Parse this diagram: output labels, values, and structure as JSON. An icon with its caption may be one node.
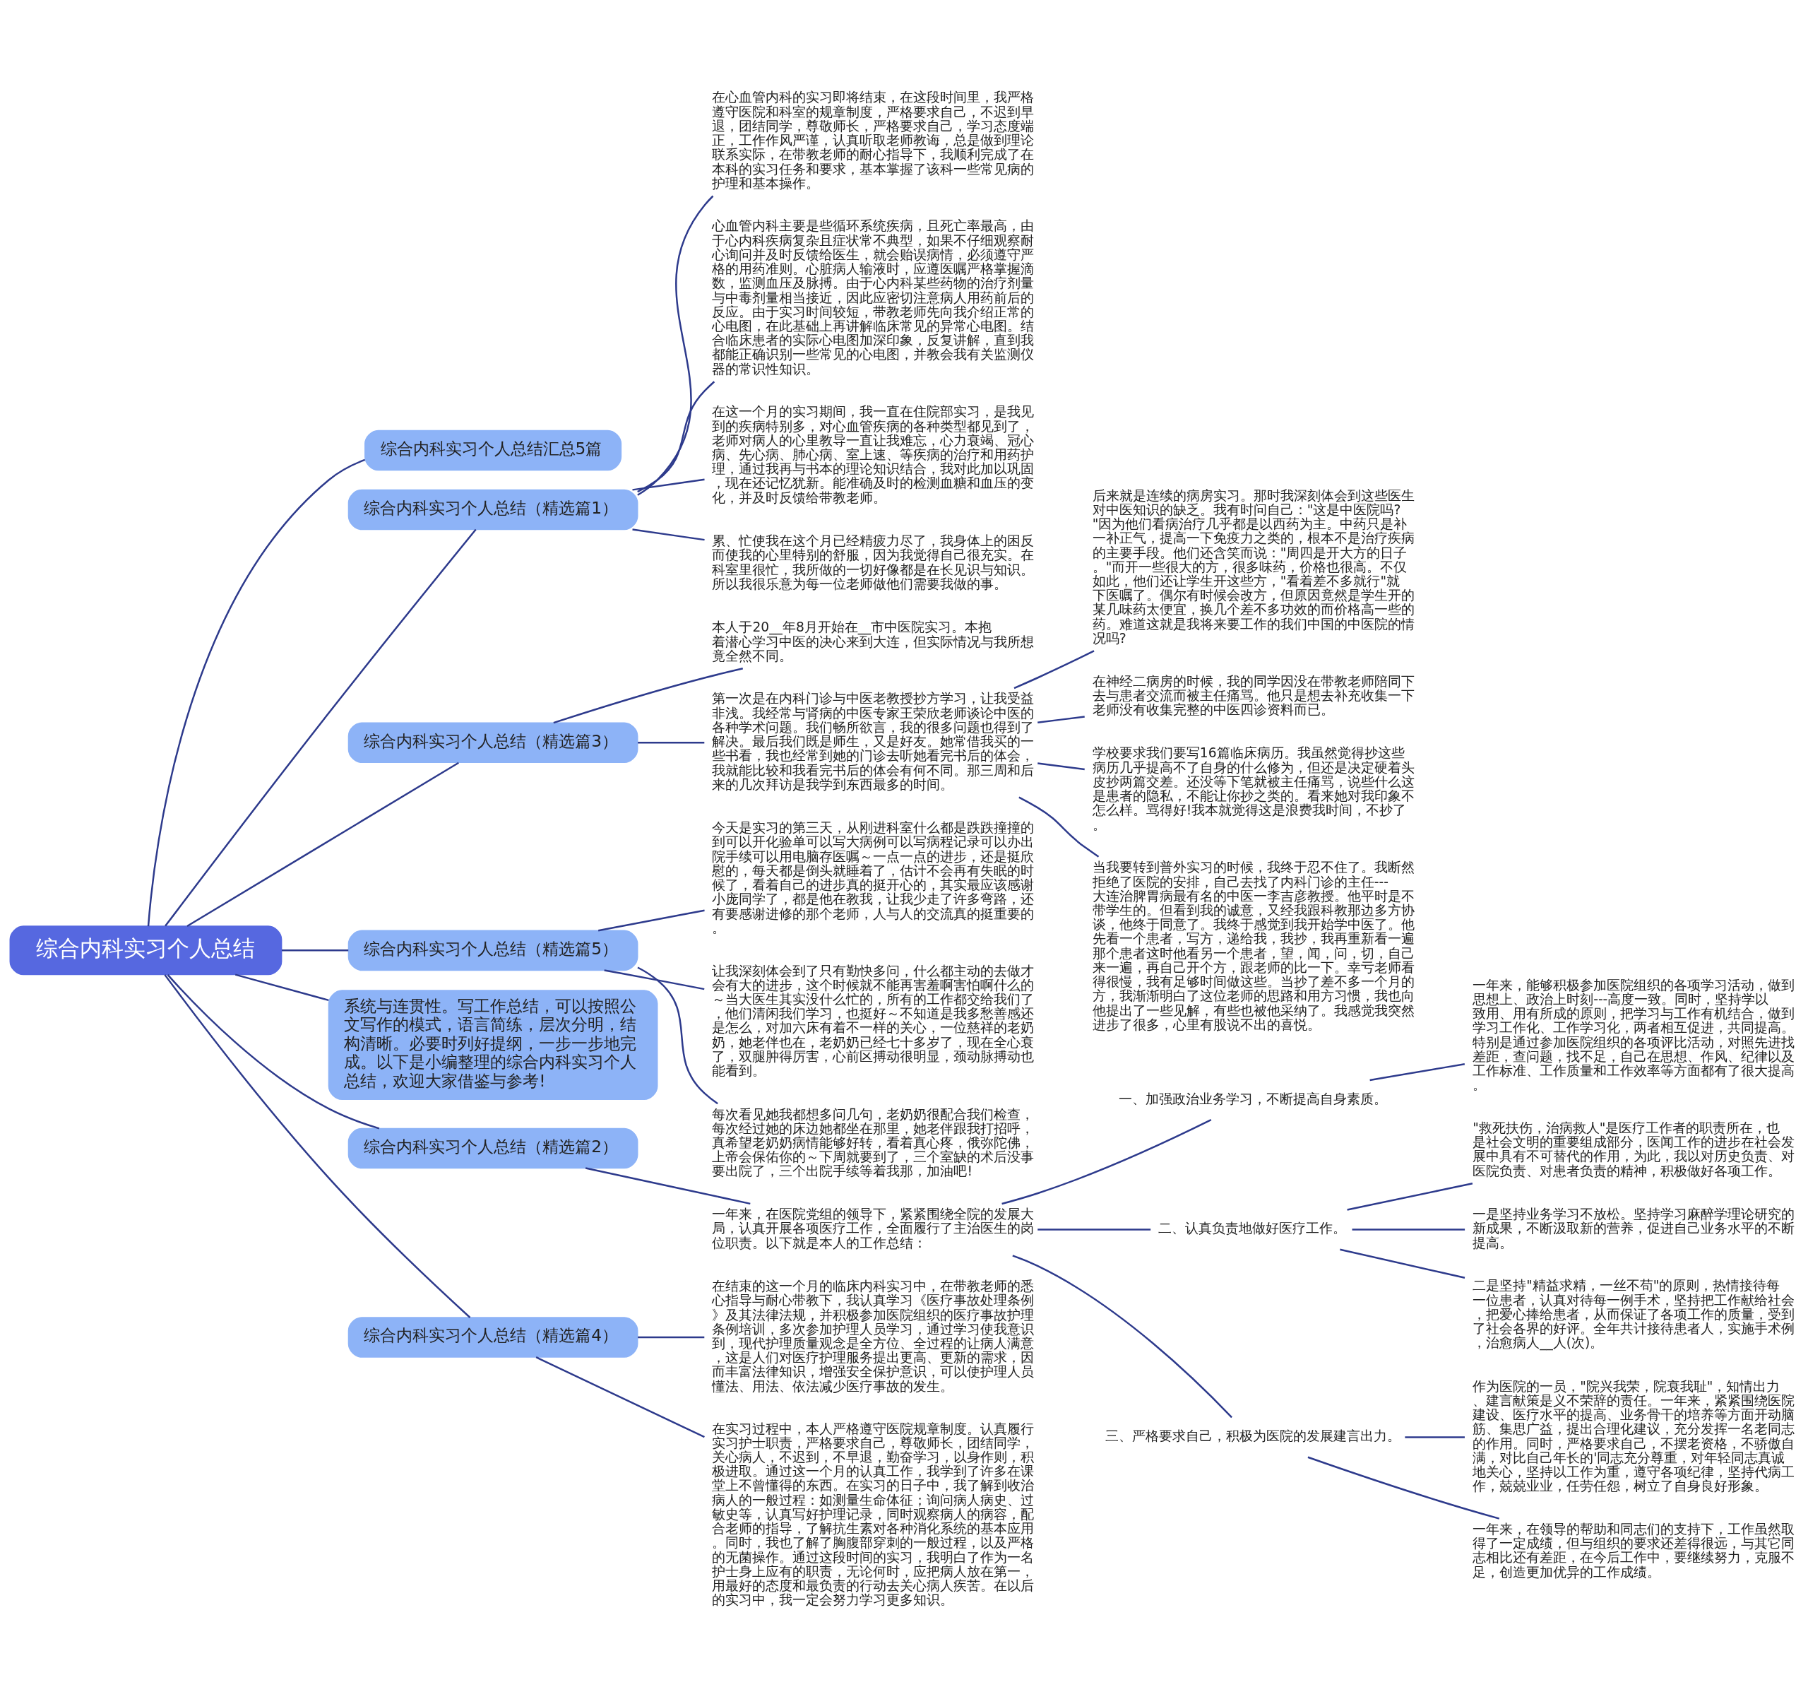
{
  "diagram": {
    "nodes": [
      {
        "text": [
          "综合内科实习个人总结"
        ]
      },
      {
        "text": [
          "综合内科实习个人总结汇总5篇"
        ]
      },
      {
        "text": [
          "综合内科实习个人总结（精选篇1）"
        ]
      },
      {
        "text": [
          "在心血管内科的实习即将结束，在这段时间里，我严格遵守医院和科室的规章制度，严格要求自己，不迟到早退，团结同学，尊敬师长，严格要求自己，学习态度端正，工作作风严谨，认真听取老师教诲，总是做到理论联系实际，在带教老师的耐心指导下，我顺利完成了在本科的实习任务和要求，基本掌握了该科一些常见病的护理和基本操作。"
        ]
      },
      {
        "text": [
          "心血管内科主要是些循环系统疾病，且死亡率最高，由于心内科疾病复杂且症状常不典型，如果不仔细观察耐心询问并及时反馈给医生，就会贻误病情，必须遵守严格的用药准则。心脏病人输液时，应遵医嘱严格掌握滴数，监测血压及脉搏。由于心内科某些药物的治疗剂量与中毒剂量相当接近，因此应密切注意病人用药前后的反应。由于实习时间较短，带教老师先向我介绍正常的心电图，在此基础上再讲解临床常见的异常心电图。结合临床患者的实际心电图加深印象，反复讲解，直到我都能正确识别一些常见的心电图，并教会我有关监测仪器的常识性知识。"
        ]
      },
      {
        "text": [
          "在这一个月的实习期间，我一直在住院部实习，是我见到的疾病特别多，对心血管疾病的各种类型都见到了，老师对病人的心里教导一直让我难忘，心力衰竭、冠心病、先心病、肺心病、室上速、等疾病的治疗和用药护理，通过我再与书本的理论知识结合，我对此加以巩固，现在还记忆犹新。能准确及时的检测血糖和血压的变化，并及时反馈给带教老师。"
        ]
      },
      {
        "text": [
          "累、忙使我在这个月已经精疲力尽了，我身体上的困反而使我的心里特别的舒服，因为我觉得自己很充实。在科室里很忙，我所做的一切好像都是在长见识与知识。所以我很乐意为每一位老师做他们需要我做的事。"
        ]
      },
      {
        "text": [
          "综合内科实习个人总结（精选篇3）"
        ]
      },
      {
        "text": [
          "本人于20__年8月开始在__市中医院实习。本抱着潜心学习中医的决心来到大连，但实际情况与我所想竟全然不同。"
        ]
      },
      {
        "text": [
          "第一次是在内科门诊与中医老教授抄方学习，让我受益非浅。我经常与肾病的中医专家王荣欣老师谈论中医的各种学术问题。我们畅所欲言，我的很多问题也得到了解决。最后我们既是师生，又是好友。她常借我买的一些书看，我也经常到她的门诊去听她看完书后的体会，我就能比较和我看完书后的体会有何不同。那三周和后来的几次拜访是我学到东西最多的时间。"
        ]
      },
      {
        "text": [
          "后来就是连续的病房实习。那时我深刻体会到这些医生对中医知识的缺乏。我有时问自己：\"这是中医院吗?\"因为他们看病治疗几乎都是以西药为主。中药只是补一补正气，提高一下免疫力之类的，根本不是治疗疾病的主要手段。他们还含笑而说：\"周四是开大方的日子。\"而开一些很大的方，很多味药，价格也很高。不仅如此，他们还让学生开这些方，\"看着差不多就行\"就下医嘱了。偶尔有时候会改方，但原因竟然是学生开的某几味药太便宜，换几个差不多功效的而价格高一些的药。难道这就是我将来要工作的我们中国的中医院的情况吗?"
        ]
      },
      {
        "text": [
          "在神经二病房的时候，我的同学因没在带教老师陪同下去与患者交流而被主任痛骂。他只是想去补充收集一下老师没有收集完整的中医四诊资料而已。"
        ]
      },
      {
        "text": [
          "学校要求我们要写16篇临床病历。我虽然觉得抄这些病历几乎提高不了自身的什么修为，但还是决定硬着头皮抄两篇交差。还没等下笔就被主任痛骂，说些什么这是患者的隐私，不能让你抄之类的。看来她对我印象不怎么样。骂得好!我本就觉得这是浪费我时间，不抄了。"
        ]
      },
      {
        "text": [
          "当我要转到普外实习的时候，我终于忍不住了。我断然拒绝了医院的安排，自己去找了内科门诊的主任---大连治脾胃病最有名的中医一李吉彦教授。他平时是不带学生的。但看到我的诚意，又经我跟科教那边多方协谈，他终于同意了。我终于感觉到我开始学中医了。他先看一个患者，写方，递给我，我抄，我再重新看一遍那个患者这时他看另一个患者，望，闻，问，切，自己来一遍，再自己开个方，跟老师的比一下。幸亏老师看得很慢，我有足够时间做这些。当抄了差不多一个月的方，我渐渐明白了这位老师的思路和用方习惯，我也向他提出了一些见解，有些也被他采纳了。我感觉我突然进步了很多，心里有股说不出的喜悦。"
        ]
      },
      {
        "text": [
          "综合内科实习个人总结（精选篇5）"
        ]
      },
      {
        "text": [
          "今天是实习的第三天，从刚进科室什么都是跌跌撞撞的到可以开化验单可以写大病例可以写病程记录可以办出院手续可以用电脑存医嘱～一点一点的进步，还是挺欣慰的，每天都是倒头就睡着了，估计不会再有失眠的时候了，看着自己的进步真的挺开心的，其实最应该感谢小庞同学了，都是他在教我，让我少走了许多弯路，还有要感谢进修的那个老师，人与人的交流真的挺重要的。"
        ]
      },
      {
        "text": [
          "让我深刻体会到了只有勤快多问，什么都主动的去做才会有大的进步，这个时候就不能再害羞啊害怕啊什么的～当大医生其实没什么忙的，所有的工作都交给我们了，他们清闲我们学习，也挺好～不知道是我多愁善感还是怎么，对加六床有着不一样的关心，一位慈祥的老奶奶，她老伴也在，老奶奶已经七十多岁了，现在全心衰了，双腿肿得厉害，心前区搏动很明显，颈动脉搏动也能看到。"
        ]
      },
      {
        "text": [
          "每次看见她我都想多问几句，老奶奶很配合我们检查，每次经过她的床边她都坐在那里，她老伴跟我打招呼，真希望老奶奶病情能够好转，看着真心疼，俄弥陀佛，上帝会保佑你的～下周就要到了，三个室缺的术后没事要出院了，三个出院手续等着我那，加油吧!"
        ]
      },
      {
        "text": [
          "系统与连贯性。写工作总结，可以按照公文写作的模式，语言简练，层次分明，结构清晰。必要时列好提纲，一步一步地完成。以下是小编整理的综合内科实习个人总结，欢迎大家借鉴与参考!"
        ]
      },
      {
        "text": [
          "综合内科实习个人总结（精选篇2）"
        ]
      },
      {
        "text": [
          "一年来，在医院党组的领导下，紧紧围绕全院的发展大局，认真开展各项医疗工作，全面履行了主治医生的岗位职责。以下就是本人的工作总结："
        ]
      },
      {
        "text": [
          "一、加强政治业务学习，不断提高自身素质。"
        ]
      },
      {
        "text": [
          "一年来，能够积极参加医院组织的各项学习活动，做到思想上、政治上时刻---高度一致。同时，坚持学以致用、用有所成的原则，把学习与工作有机结合，做到学习工作化、工作学习化，两者相互促进，共同提高。特别是通过参加医院组织的各项评比活动，对照先进找差距，查问题，找不足，自己在思想、作风、纪律以及工作标准、工作质量和工作效率等方面都有了很大提高。"
        ]
      },
      {
        "text": [
          "二、认真负责地做好医疗工作。"
        ]
      },
      {
        "text": [
          "\"救死扶伤，治病救人\"是医疗工作者的职责所在，也是社会文明的重要组成部分，医闻工作的进步在社会发展中具有不可替代的作用，为此，我以对历史负责、对医院负责、对患者负责的精神，积极做好各项工作。"
        ]
      },
      {
        "text": [
          "一是坚持业务学习不放松。坚持学习麻醉学理论研究的新成果，不断汲取新的营养，促进自己业务水平的不断提高。"
        ]
      },
      {
        "text": [
          "二是坚持\"精益求精，一丝不苟\"的原则，热情接待每一位患者，认真对待每一例手术，坚持把工作献给社会，把爱心捧给患者，从而保证了各项工作的质量，受到了社会各界的好评。全年共计接待患者人，实施手术例，治愈病人__人(次)。"
        ]
      },
      {
        "text": [
          "三、严格要求自己，积极为医院的发展建言出力。"
        ]
      },
      {
        "text": [
          "作为医院的一员，\"院兴我荣，院衰我耻\"，知情出力、建言献策是义不荣辞的责任。一年来，紧紧围绕医院建设、医疗水平的提高、业务骨干的培养等方面开动脑筋、集思广益，提出合理化建议，充分发挥一名老同志的作用。同时，严格要求自己，不摆老资格，不骄傲自满，对比自己年长的'同志充分尊重，对年轻同志真诚地关心，坚持以工作为重，遵守各项纪律，坚持代病工作，兢兢业业，任劳任怨，树立了自身良好形象。"
        ]
      },
      {
        "text": [
          "一年来，在领导的帮助和同志们的支持下，工作虽然取得了一定成绩，但与组织的要求还差得很远，与其它同志相比还有差距，在今后工作中，要继续努力，克服不足，创造更加优异的工作成绩。"
        ]
      },
      {
        "text": [
          "综合内科实习个人总结（精选篇4）"
        ]
      },
      {
        "text": [
          "在结束的这一个月的临床内科实习中，在带教老师的悉心指导与耐心带教下，我认真学习《医疗事故处理条例》及其法律法规，并积极参加医院组织的医疗事故护理条例培训，多次参加护理人员学习，通过学习使我意识到，现代护理质量观念是全方位、全过程的让病人满意，这是人们对医疗护理服务提出更高、更新的需求，因而丰富法律知识，增强安全保护意识，可以使护理人员懂法、用法、依法减少医疗事故的发生。"
        ]
      },
      {
        "text": [
          "在实习过程中，本人严格遵守医院规章制度。认真履行实习护士职责，严格要求自己，尊敬师长，团结同学，关心病人，不迟到，不早退，勤奋学习，以身作则，积极进取。通过这一个月的认真工作，我学到了许多在课堂上不曾懂得的东西。在实习的日子中，我了解到收治病人的一般过程：如测量生命体征；询问病人病史、过敏史等，认真写好护理记录，同时观察病人的病容，配合老师的指导，了解抗生素对各种消化系统的基本应用。同时，我也了解了胸腹部穿刺的一般过程，以及严格的无菌操作。通过这段时间的实习，我明白了作为一名护士身上应有的职责，无论何时，应把病人放在第一，用最好的态度和最负责的行动去关心病人疾苦。在以后的实习中，我一定会努力学习更多知识。"
        ]
      }
    ],
    "edges": [
      {
        "from": 0,
        "to": 1,
        "arrow": "none"
      },
      {
        "from": 0,
        "to": 2,
        "arrow": "none"
      },
      {
        "from": 2,
        "to": 3,
        "arrow": "none"
      },
      {
        "from": 2,
        "to": 4,
        "arrow": "none"
      },
      {
        "from": 2,
        "to": 5,
        "arrow": "none"
      },
      {
        "from": 2,
        "to": 6,
        "arrow": "none"
      },
      {
        "from": 0,
        "to": 7,
        "arrow": "none"
      },
      {
        "from": 7,
        "to": 8,
        "arrow": "none"
      },
      {
        "from": 7,
        "to": 9,
        "arrow": "none"
      },
      {
        "from": 9,
        "to": 10,
        "arrow": "none"
      },
      {
        "from": 9,
        "to": 11,
        "arrow": "none"
      },
      {
        "from": 9,
        "to": 12,
        "arrow": "none"
      },
      {
        "from": 9,
        "to": 13,
        "arrow": "none"
      },
      {
        "from": 0,
        "to": 14,
        "arrow": "none"
      },
      {
        "from": 14,
        "to": 15,
        "arrow": "none"
      },
      {
        "from": 14,
        "to": 16,
        "arrow": "none"
      },
      {
        "from": 14,
        "to": 17,
        "arrow": "none"
      },
      {
        "from": 0,
        "to": 18,
        "arrow": "none"
      },
      {
        "from": 0,
        "to": 19,
        "arrow": "none"
      },
      {
        "from": 19,
        "to": 20,
        "arrow": "none"
      },
      {
        "from": 20,
        "to": 21,
        "arrow": "none"
      },
      {
        "from": 21,
        "to": 22,
        "arrow": "none"
      },
      {
        "from": 20,
        "to": 23,
        "arrow": "none"
      },
      {
        "from": 23,
        "to": 24,
        "arrow": "none"
      },
      {
        "from": 23,
        "to": 25,
        "arrow": "none"
      },
      {
        "from": 23,
        "to": 26,
        "arrow": "none"
      },
      {
        "from": 20,
        "to": 27,
        "arrow": "none"
      },
      {
        "from": 27,
        "to": 28,
        "arrow": "none"
      },
      {
        "from": 27,
        "to": 29,
        "arrow": "none"
      },
      {
        "from": 0,
        "to": 30,
        "arrow": "none"
      },
      {
        "from": 30,
        "to": 31,
        "arrow": "none"
      },
      {
        "from": 30,
        "to": 32,
        "arrow": "none"
      }
    ]
  }
}
